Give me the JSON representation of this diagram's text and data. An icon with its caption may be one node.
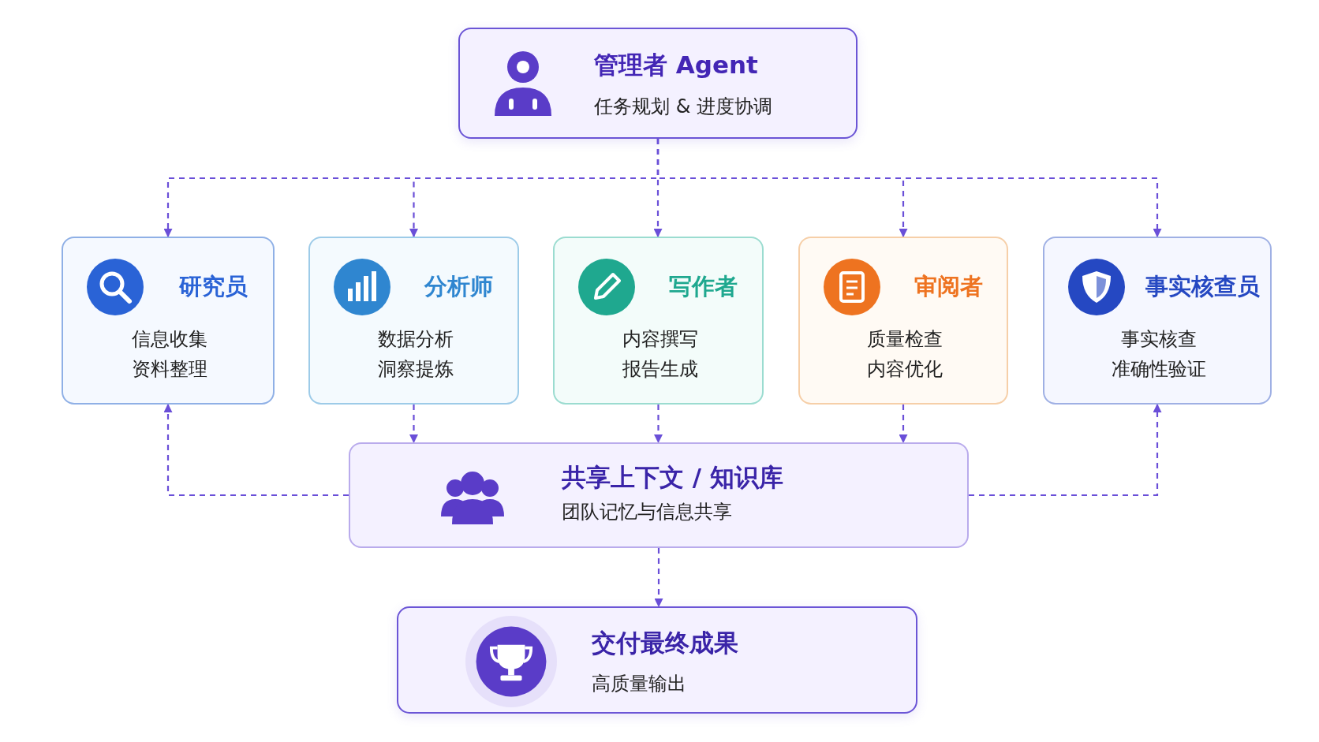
{
  "diagram": {
    "nodes": [
      {
        "text": [
          "管理者 Agent",
          "任务规划 & 进度协调"
        ]
      },
      {
        "text": [
          "研究员",
          "信息收集",
          "资料整理"
        ]
      },
      {
        "text": [
          "分析师",
          "数据分析",
          "洞察提炼"
        ]
      },
      {
        "text": [
          "写作者",
          "内容撰写",
          "报告生成"
        ]
      },
      {
        "text": [
          "审阅者",
          "质量检查",
          "内容优化"
        ]
      },
      {
        "text": [
          "事实核查员",
          "事实核查",
          "准确性验证"
        ]
      },
      {
        "text": [
          "共享上下文 / 知识库",
          "团队记忆与信息共享"
        ]
      },
      {
        "text": [
          "交付最终成果",
          "高质量输出"
        ]
      }
    ],
    "edges": [
      {
        "from": 0,
        "to": 1,
        "arrow": "to",
        "style": "dashed"
      },
      {
        "from": 0,
        "to": 2,
        "arrow": "to",
        "style": "dashed"
      },
      {
        "from": 0,
        "to": 3,
        "arrow": "to",
        "style": "dashed"
      },
      {
        "from": 0,
        "to": 4,
        "arrow": "to",
        "style": "dashed"
      },
      {
        "from": 0,
        "to": 5,
        "arrow": "to",
        "style": "dashed"
      },
      {
        "from": 2,
        "to": 6,
        "arrow": "to",
        "style": "dashed"
      },
      {
        "from": 3,
        "to": 6,
        "arrow": "to",
        "style": "dashed"
      },
      {
        "from": 4,
        "to": 6,
        "arrow": "to",
        "style": "dashed"
      },
      {
        "from": 6,
        "to": 1,
        "arrow": "to",
        "style": "dashed"
      },
      {
        "from": 6,
        "to": 5,
        "arrow": "to",
        "style": "dashed"
      },
      {
        "from": 6,
        "to": 7,
        "arrow": "to",
        "style": "dashed"
      }
    ]
  }
}
